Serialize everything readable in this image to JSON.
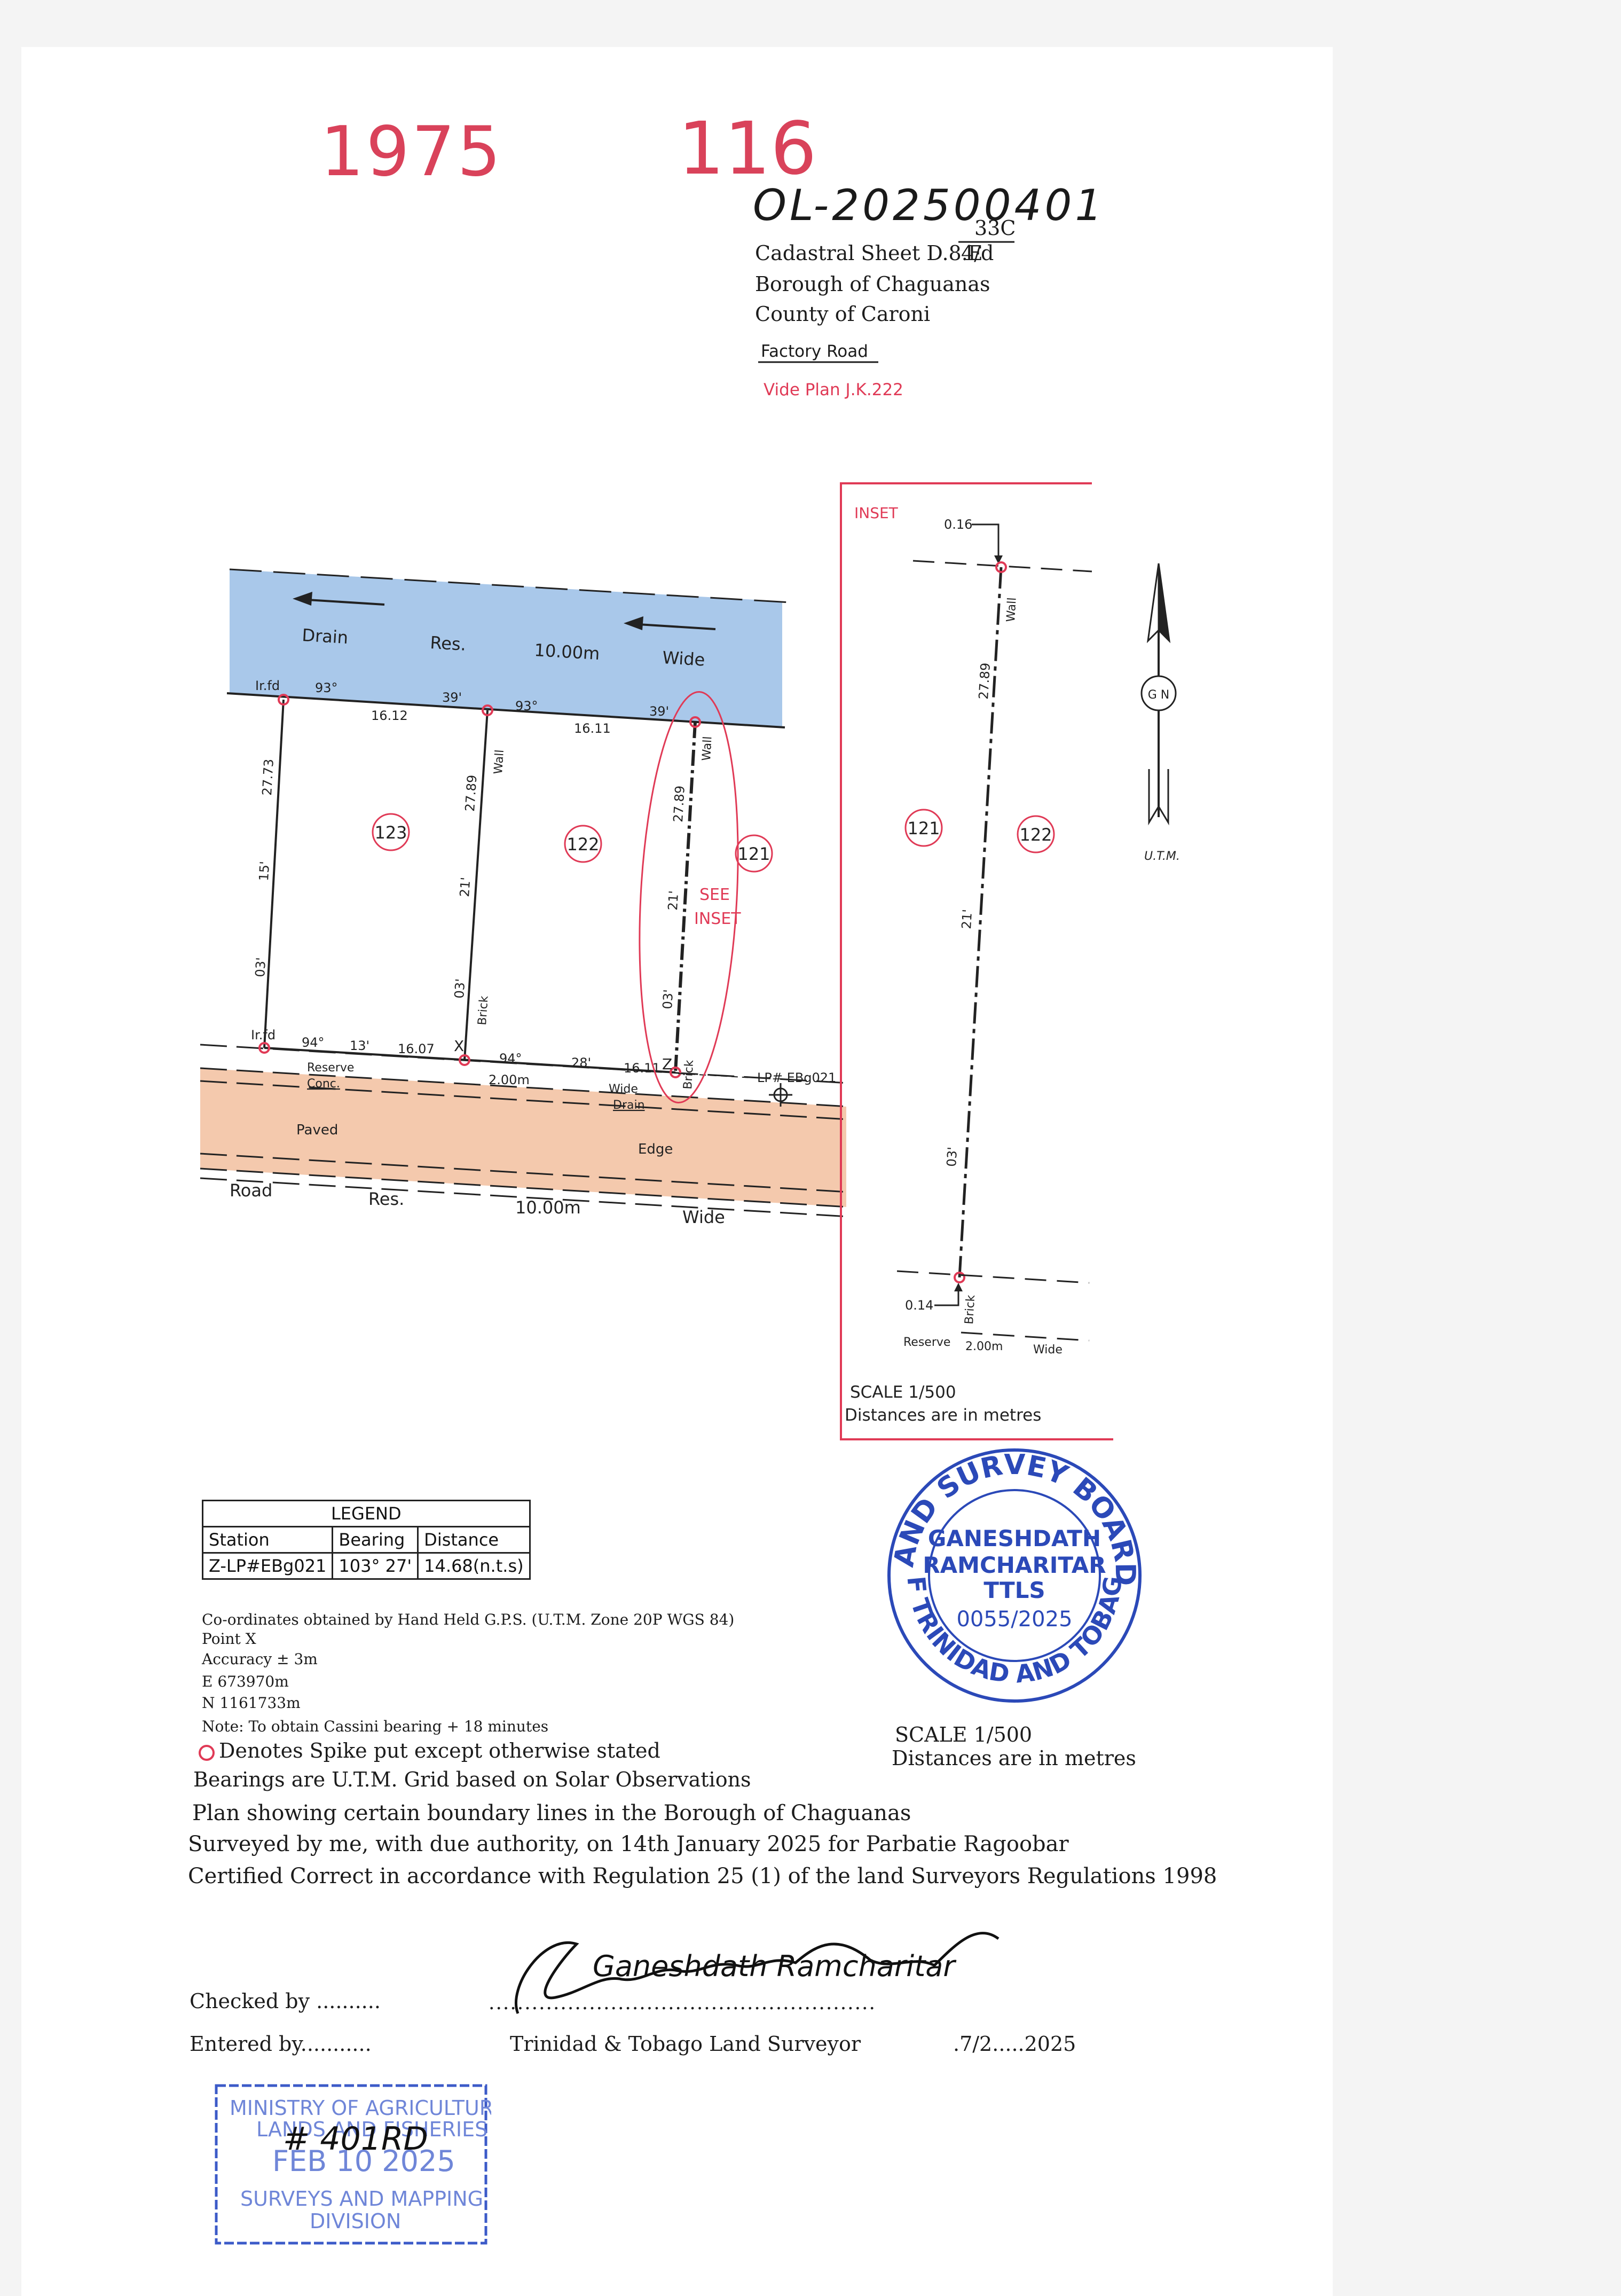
{
  "header": {
    "num_left": "1975",
    "num_right": "116",
    "ref_number": "OL-202500401",
    "sheet_super": "33C",
    "cadastral": "Cadastral Sheet D.8.E",
    "cadastral_frac": "4/d",
    "borough": "Borough of Chaguanas",
    "county": "County of Caroni",
    "road_name": "Factory Road",
    "vide_plan": "Vide Plan J.K.222"
  },
  "plan": {
    "drain": {
      "w1": "Drain",
      "w2": "Res.",
      "w3": "10.00m",
      "w4": "Wide"
    },
    "road": {
      "w1": "Road",
      "w2": "Res.",
      "w3": "10.00m",
      "w4": "Wide",
      "paved": "Paved",
      "edge": "Edge"
    },
    "lots": [
      "123",
      "122",
      "121"
    ],
    "top": {
      "irfd": "Ir.fd",
      "b1": "93°",
      "b2": "39'",
      "b3": "93°",
      "b4": "39'",
      "d1": "16.12",
      "d2": "16.11"
    },
    "bottom": {
      "irfd": "Ir.fd",
      "b1": "94°",
      "b2": "13'",
      "d1": "16.07",
      "point_x": "X",
      "b3": "94°",
      "b4": "28'",
      "d2": "16.11",
      "point_z": "Z"
    },
    "left": {
      "dist": "27.73",
      "b1": "15'",
      "b2": "03'"
    },
    "mid": {
      "dist": "27.89",
      "b1": "21'",
      "b2": "03'",
      "wall": "Wall",
      "brick": "Brick"
    },
    "right": {
      "dist": "27.89",
      "b1": "21'",
      "b2": "03'",
      "wall": "Wall",
      "brick": "Brick"
    },
    "see_inset": [
      "SEE",
      "INSET"
    ],
    "reserve": {
      "l1": "Reserve",
      "l2": "Conc.",
      "l3": "2.00m",
      "l4": "Wide",
      "l5": "Drain"
    },
    "lp": "LP# EBg021"
  },
  "inset": {
    "title": "INSET",
    "top_offset": "0.16",
    "bottom_offset": "0.14",
    "dist": "27.89",
    "b1": "21'",
    "b2": "03'",
    "lot_left": "121",
    "lot_right": "122",
    "wall": "Wall",
    "brick": "Brick",
    "reserve": "Reserve",
    "reserve_w": "2.00m",
    "wide": "Wide",
    "scale": "SCALE 1/500",
    "dist_note": "Distances are in metres"
  },
  "north": {
    "label": "G N",
    "utm": "U.T.M."
  },
  "legend": {
    "title": "LEGEND",
    "headers": [
      "Station",
      "Bearing",
      "Distance"
    ],
    "rows": [
      [
        "Z-LP#EBg021",
        "103° 27'",
        "14.68(n.t.s)"
      ]
    ]
  },
  "notes": {
    "coords": "Co-ordinates obtained by Hand Held G.P.S. (U.T.M. Zone 20P WGS 84)",
    "point": "Point X",
    "accuracy": "Accuracy ± 3m",
    "easting": "E 673970m",
    "northing": "N 1161733m",
    "cassini": "Note: To obtain Cassini bearing + 18 minutes",
    "spike": "Denotes Spike put except otherwise stated",
    "bearings": "Bearings are U.T.M. Grid based on Solar Observations",
    "scale": "SCALE 1/500",
    "dist_note": "Distances are in metres",
    "plan_showing": "Plan showing certain boundary lines in the Borough of Chaguanas",
    "surveyed": "Surveyed by me, with due authority, on 14th January 2025 for Parbatie Ragoobar",
    "certified": "Certified Correct in accordance with Regulation 25 (1) of the land Surveyors Regulations 1998"
  },
  "signoff": {
    "checked": "Checked by ..........",
    "entered": "Entered by...........",
    "signature": "Ganeshdath Ramcharitar",
    "surveyor": "Trinidad & Tobago Land Surveyor",
    "date": ".7/2.....2025"
  },
  "stamp_board": {
    "arc_top": "LAND SURVEY BOARD",
    "arc_bottom": "OF TRINIDAD AND TOBAGO",
    "name1": "GANESHDATH",
    "name2": "RAMCHARITAR",
    "ttls": "TTLS",
    "number": "0055/2025"
  },
  "stamp_ministry": {
    "l1": "MINISTRY OF AGRICULTURE",
    "l2": "LANDS AND FISHERIES",
    "l3": "FEB 10 2025",
    "l4": "SURVEYS AND MAPPING",
    "l5": "DIVISION",
    "handwritten": "# 401RD"
  },
  "colors": {
    "accent_red": "#e03a56",
    "drain_blue": "#a9c8ea",
    "road_orange": "#f4c9ad",
    "stamp_blue": "#2b49b8"
  }
}
